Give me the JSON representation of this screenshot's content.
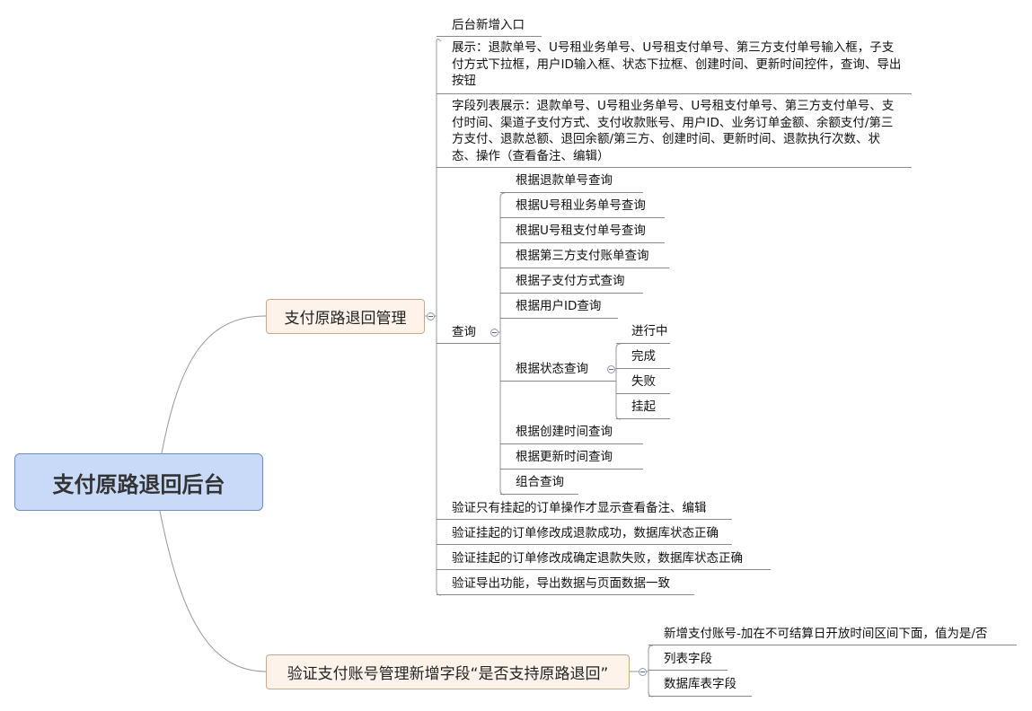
{
  "root": "支付原路退回后台",
  "branch1": {
    "label": "支付原路退回管理",
    "items": [
      "后台新增入口",
      "展示：退款单号、U号租业务单号、U号租支付单号、第三方支付单号输入框，子支付方式下拉框，用户ID输入框、状态下拉框、创建时间、更新时间控件，查询、导出按钮",
      "字段列表展示：退款单号、U号租业务单号、U号租支付单号、第三方支付单号、支付时间、渠道子支付方式、支付收款账号、用户ID、业务订单金额、余额支付/第三方支付、退款总额、退回余额/第三方、创建时间、更新时间、退款执行次数、状态、操作（查看备注、编辑）",
      "查询",
      "验证只有挂起的订单操作才显示查看备注、编辑",
      "验证挂起的订单修改成退款成功，数据库状态正确",
      "验证挂起的订单修改成确定退款失败，数据库状态正确",
      "验证导出功能，导出数据与页面数据一致"
    ],
    "query": [
      "根据退款单号查询",
      "根据U号租业务单号查询",
      "根据U号租支付单号查询",
      "根据第三方支付账单查询",
      "根据子支付方式查询",
      "根据用户ID查询",
      "根据状态查询",
      "根据创建时间查询",
      "根据更新时间查询",
      "组合查询"
    ],
    "status": [
      "进行中",
      "完成",
      "失败",
      "挂起"
    ]
  },
  "branch2": {
    "label": "验证支付账号管理新增字段“是否支持原路退回”",
    "items": [
      "新增支付账号-加在不可结算日开放时间区间下面，值为是/否",
      "列表字段",
      "数据库表字段"
    ]
  }
}
